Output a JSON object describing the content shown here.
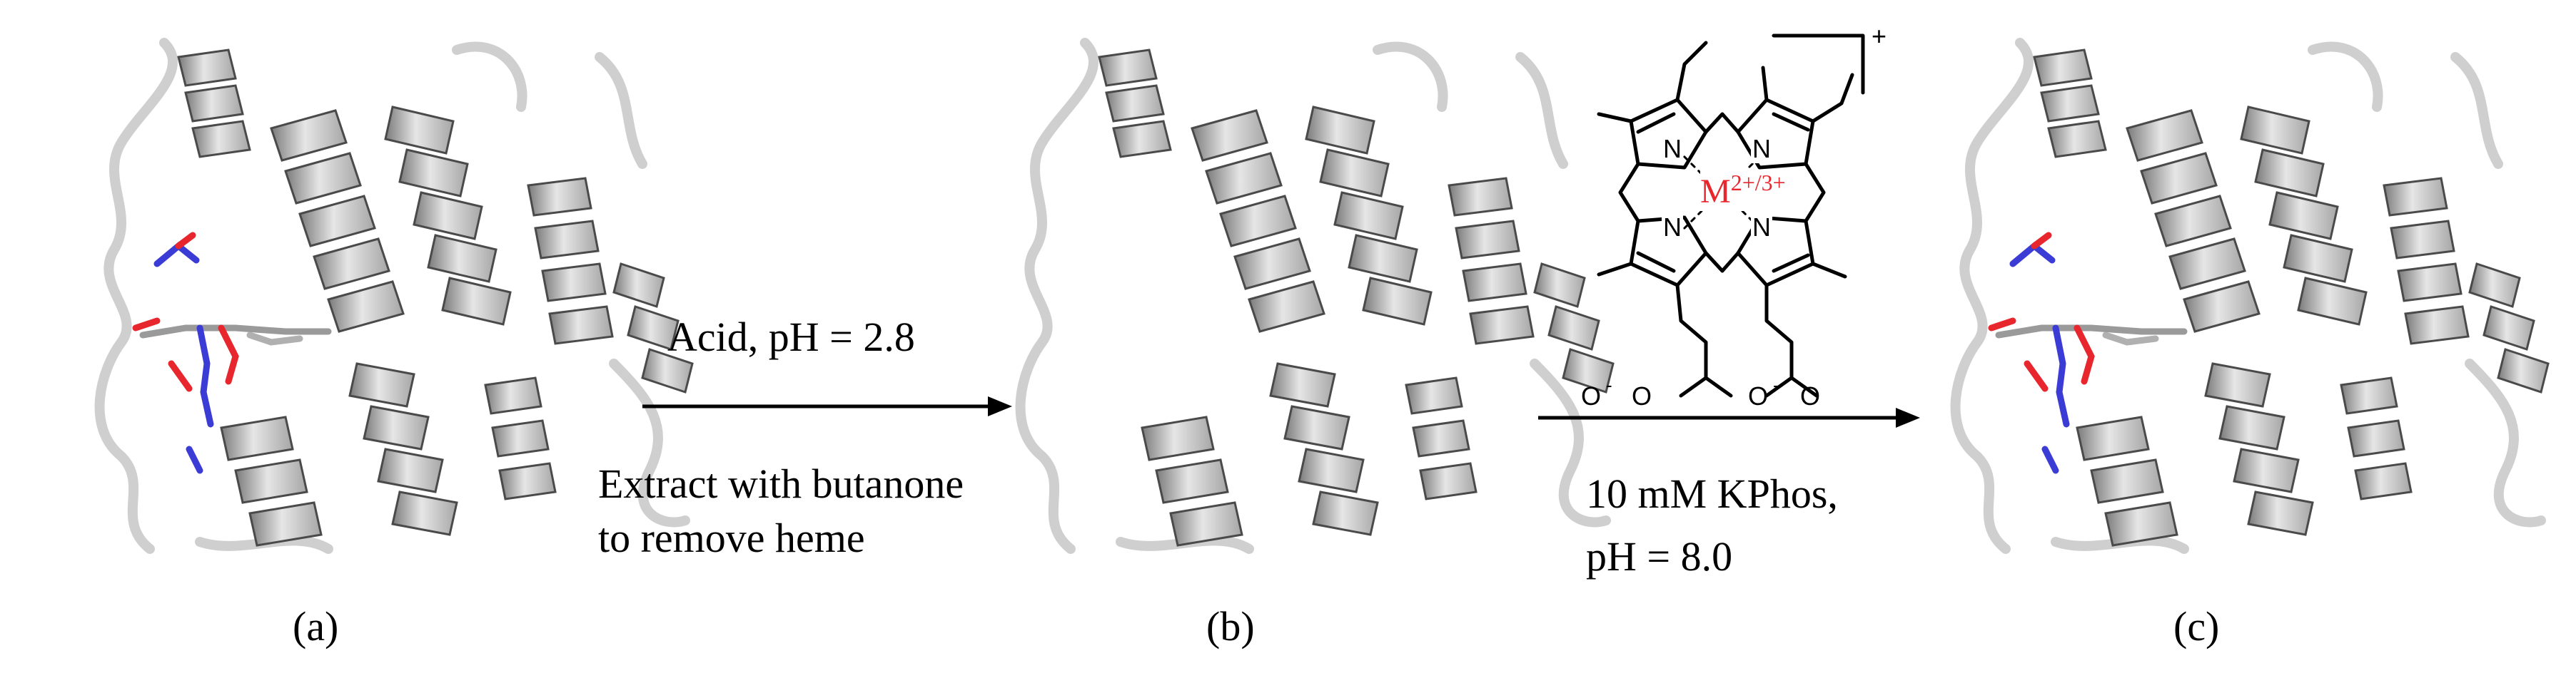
{
  "step1": {
    "above": "Acid, pH = 2.8",
    "below_line1": "Extract with butanone",
    "below_line2": "to remove heme"
  },
  "step2": {
    "below_line1": "10 mM KPhos,",
    "below_line2": "pH = 8.0"
  },
  "porphyrin": {
    "metal": "M",
    "metal_ox": "2+/3+",
    "charge": "+",
    "nitrogen": "N",
    "oxygen": "O",
    "minus": "-"
  },
  "panels": {
    "a": "(a)",
    "b": "(b)",
    "c": "(c)"
  },
  "colors": {
    "metal": "#e8262d",
    "line": "#000000",
    "protein": "#c9c9c9"
  }
}
